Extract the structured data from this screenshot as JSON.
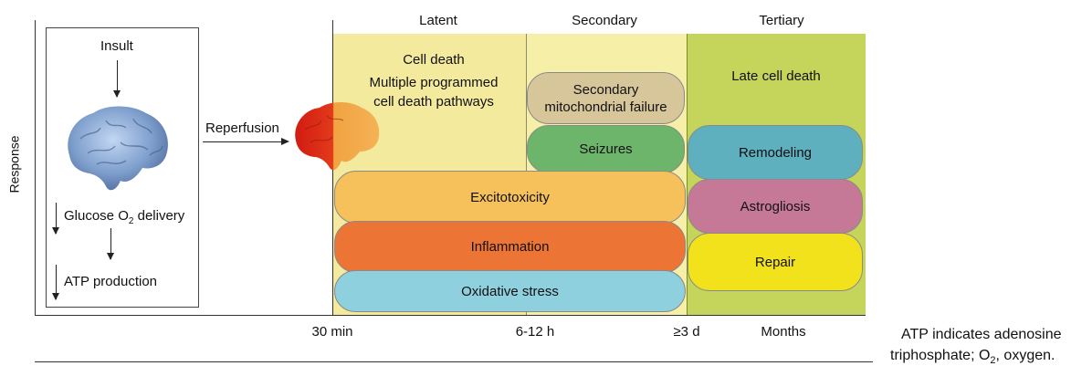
{
  "axis": {
    "y_label": "Response"
  },
  "phases": {
    "latent": "Latent",
    "secondary": "Secondary",
    "tertiary": "Tertiary"
  },
  "timeline": {
    "t1": "30 min",
    "t2": "6-12 h",
    "t3": "≥3 d",
    "t4": "Months"
  },
  "left_box": {
    "insult": "Insult",
    "glucose_pre": "Glucose O",
    "glucose_sub": "2",
    "glucose_post": " delivery",
    "atp": "ATP production"
  },
  "reperfusion": "Reperfusion",
  "latent_text": {
    "line1": "Cell death",
    "line2": "Multiple programmed",
    "line3": "cell death pathways"
  },
  "late_cell_death": "Late cell death",
  "bars": {
    "secondary_mito_1": "Secondary",
    "secondary_mito_2": "mitochondrial failure",
    "seizures": "Seizures",
    "excitotoxicity": "Excitotoxicity",
    "inflammation": "Inflammation",
    "oxidative_stress": "Oxidative stress",
    "remodeling": "Remodeling",
    "astrogliosis": "Astrogliosis",
    "repair": "Repair"
  },
  "footnote": {
    "line1": "ATP indicates adenosine",
    "line2_pre": "triphosphate; O",
    "line2_sub": "2",
    "line2_post": ", oxygen."
  },
  "colors": {
    "latent_bg": "#f3ea9d",
    "secondary_bg": "#f6efa8",
    "tertiary_bg": "#c5d45a",
    "mito": "#d7c69a",
    "seizures": "#6db56a",
    "excitotoxicity": "#f6c15a",
    "inflammation": "#ec7435",
    "oxidative": "#8fd0de",
    "remodeling": "#5eb0bf",
    "astrogliosis": "#c57997",
    "repair": "#f2e21c"
  }
}
